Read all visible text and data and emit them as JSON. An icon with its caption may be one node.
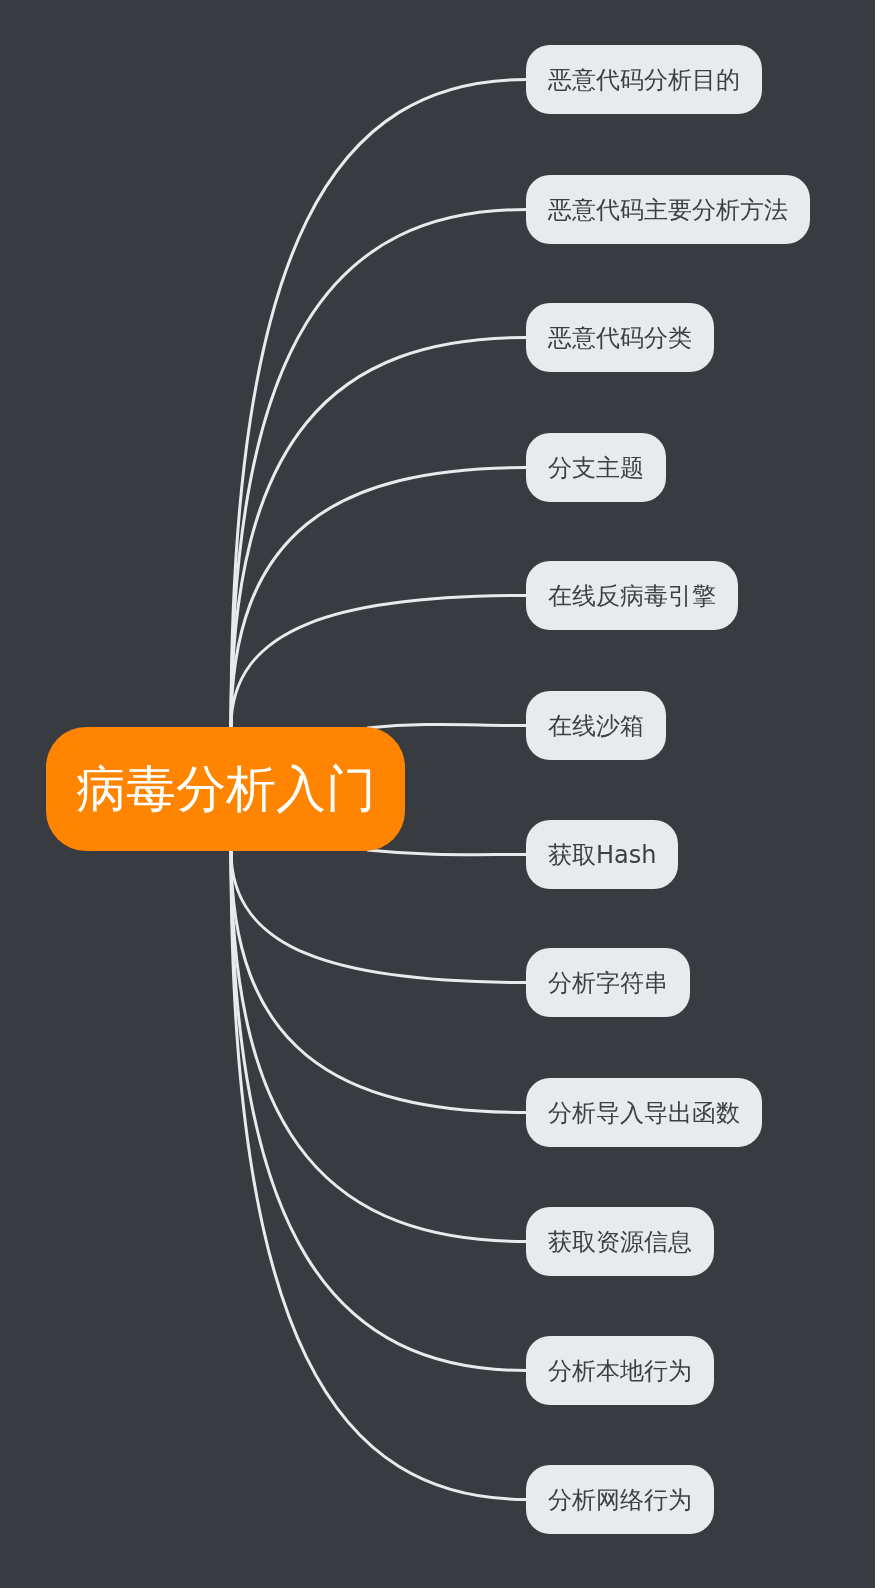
{
  "diagram": {
    "nodes": [
      {
        "text": [
          "病毒分析入门"
        ]
      },
      {
        "text": [
          "恶意代码分析目的"
        ]
      },
      {
        "text": [
          "恶意代码主要分析方法"
        ]
      },
      {
        "text": [
          "恶意代码分类"
        ]
      },
      {
        "text": [
          "分支主题"
        ]
      },
      {
        "text": [
          "在线反病毒引擎"
        ]
      },
      {
        "text": [
          "在线沙箱"
        ]
      },
      {
        "text": [
          "获取Hash"
        ]
      },
      {
        "text": [
          "分析字符串"
        ]
      },
      {
        "text": [
          "分析导入导出函数"
        ]
      },
      {
        "text": [
          "获取资源信息"
        ]
      },
      {
        "text": [
          "分析本地行为"
        ]
      },
      {
        "text": [
          "分析网络行为"
        ]
      }
    ],
    "edges": [
      {
        "from": 0,
        "to": 1,
        "arrow": "none"
      },
      {
        "from": 0,
        "to": 2,
        "arrow": "none"
      },
      {
        "from": 0,
        "to": 3,
        "arrow": "none"
      },
      {
        "from": 0,
        "to": 4,
        "arrow": "none"
      },
      {
        "from": 0,
        "to": 5,
        "arrow": "none"
      },
      {
        "from": 0,
        "to": 6,
        "arrow": "none"
      },
      {
        "from": 0,
        "to": 7,
        "arrow": "none"
      },
      {
        "from": 0,
        "to": 8,
        "arrow": "none"
      },
      {
        "from": 0,
        "to": 9,
        "arrow": "none"
      },
      {
        "from": 0,
        "to": 10,
        "arrow": "none"
      },
      {
        "from": 0,
        "to": 11,
        "arrow": "none"
      },
      {
        "from": 0,
        "to": 12,
        "arrow": "none"
      }
    ]
  }
}
